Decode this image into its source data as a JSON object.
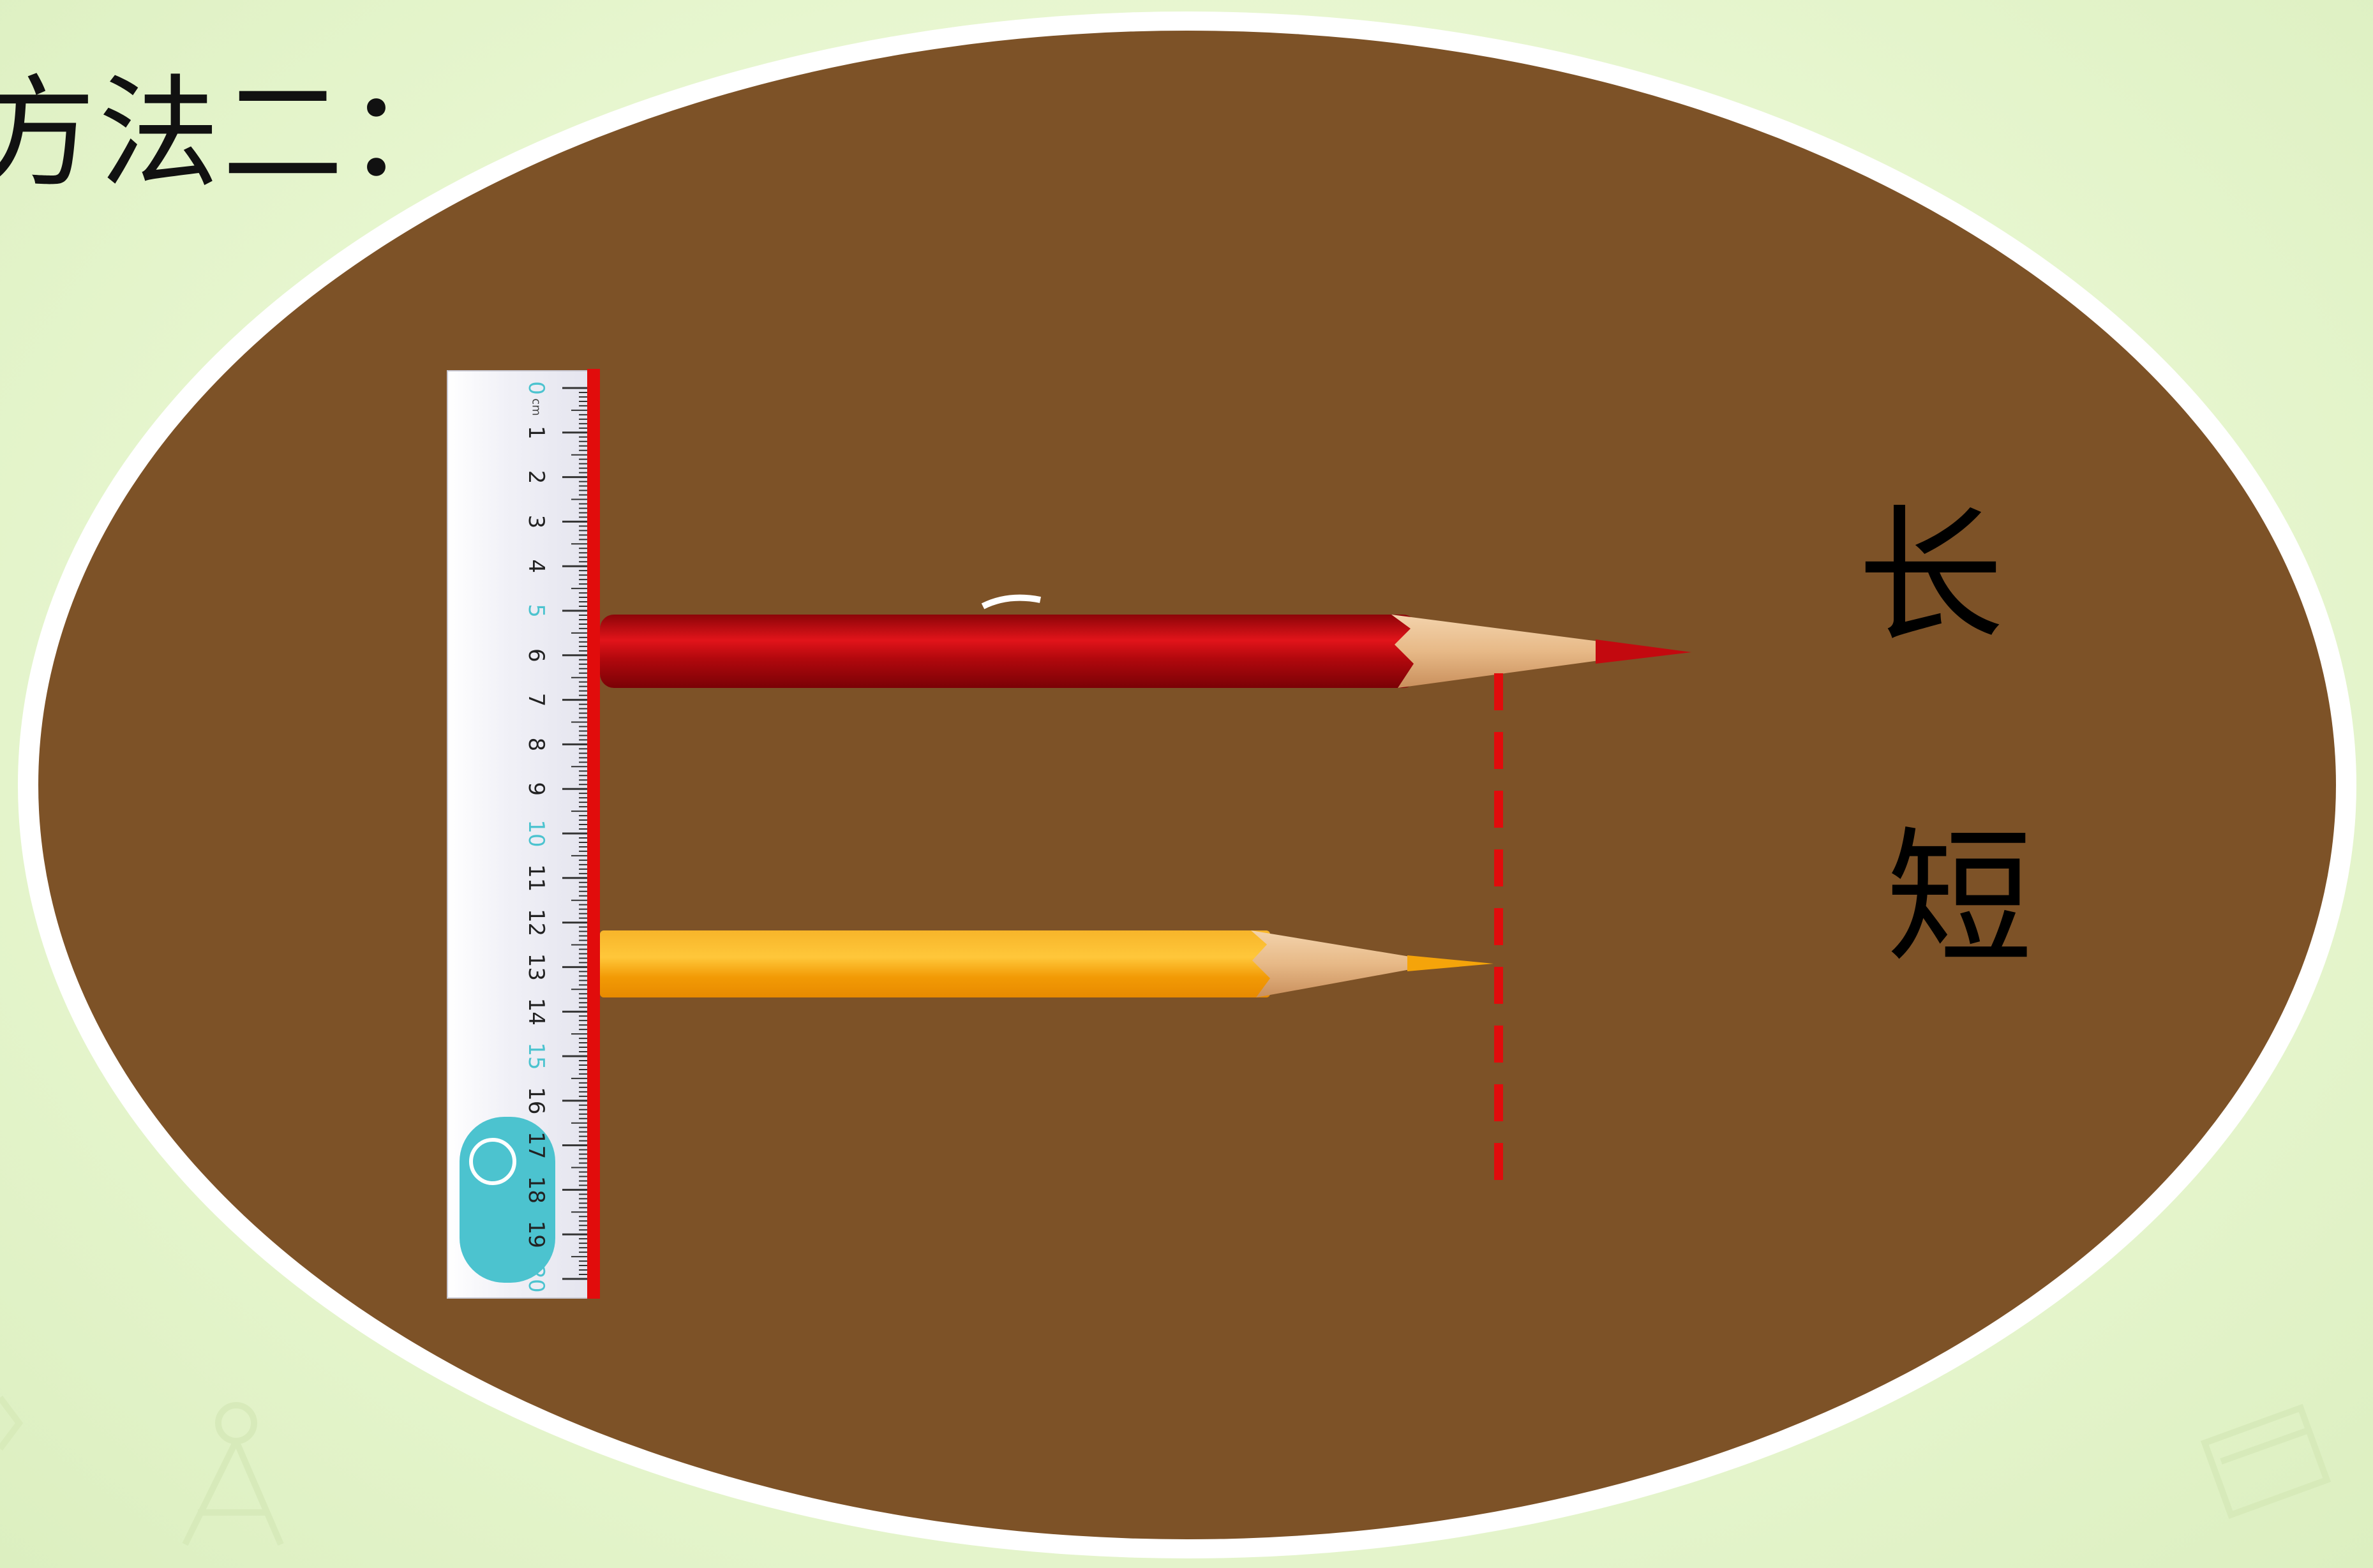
{
  "title": "方法二：",
  "labels": {
    "long": "长",
    "short": "短"
  },
  "ruler": {
    "unit_label": "cm",
    "start": 0,
    "end": 20,
    "numbers": [
      "0",
      "1",
      "2",
      "3",
      "4",
      "5",
      "6",
      "7",
      "8",
      "9",
      "10",
      "11",
      "12",
      "13",
      "14",
      "15",
      "16",
      "17",
      "18",
      "19",
      "20"
    ],
    "accent_numbers": [
      "0",
      "5",
      "10",
      "15",
      "20"
    ]
  },
  "colors": {
    "background": "#e7f6cf",
    "board": "#7d5227",
    "board_border": "#ffffff",
    "alignment_line": "#e10c0c",
    "red_pencil": "#c3090f",
    "yellow_pencil": "#f5a40a",
    "ruler_accent": "#4cc3cf"
  },
  "icons": [
    "compass-icon",
    "ruler-corner-icon"
  ]
}
